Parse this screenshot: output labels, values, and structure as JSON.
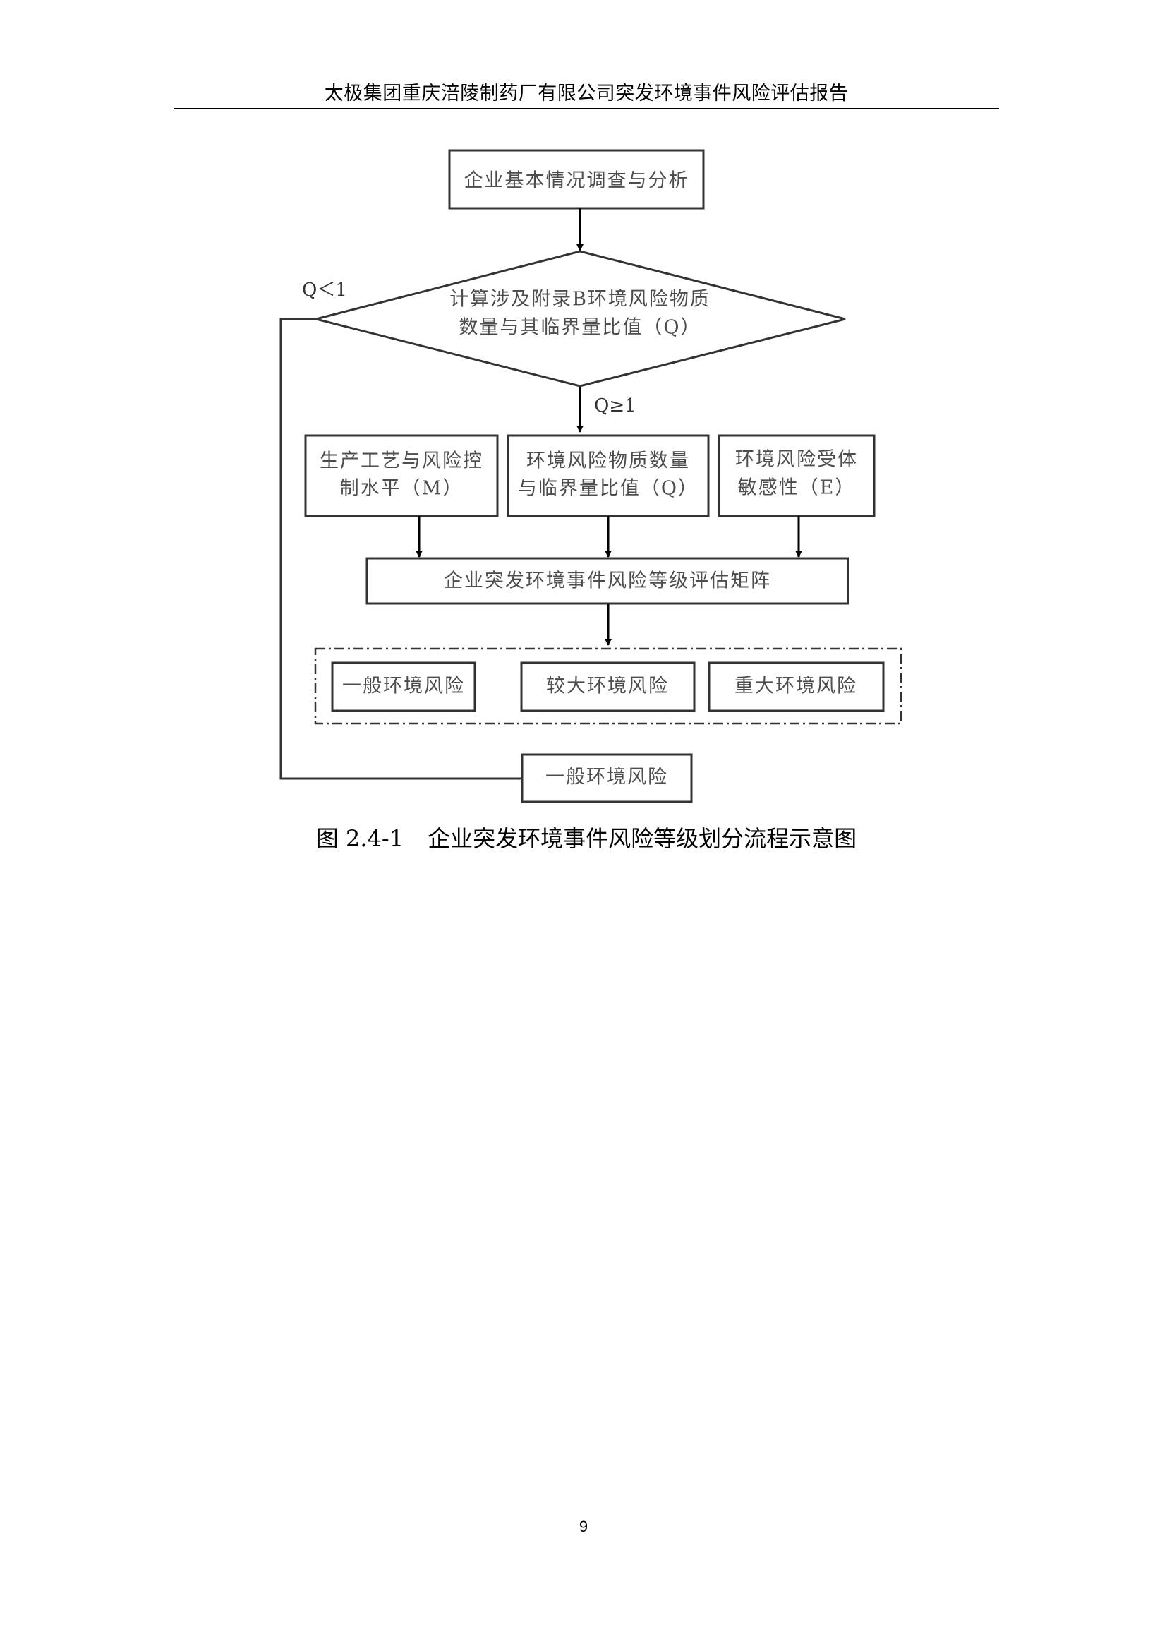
{
  "header": {
    "title": "太极集团重庆涪陵制药厂有限公司突发环境事件风险评估报告"
  },
  "flowchart": {
    "start_box": "企业基本情况调查与分析",
    "decision": {
      "line1": "计算涉及附录B环境风险物质",
      "line2": "数量与其临界量比值（Q）"
    },
    "cond_less": "Q＜1",
    "cond_ge": "Q≥1",
    "factor_m": {
      "line1": "生产工艺与风险控",
      "line2": "制水平（M）"
    },
    "factor_q": {
      "line1": "环境风险物质数量",
      "line2": "与临界量比值（Q）"
    },
    "factor_e": {
      "line1": "环境风险受体",
      "line2": "敏感性（E）"
    },
    "matrix_box": "企业突发环境事件风险等级评估矩阵",
    "levels": {
      "general": "一般环境风险",
      "larger": "较大环境风险",
      "major": "重大环境风险"
    },
    "bypass_box": "一般环境风险"
  },
  "caption": {
    "number": "图 2.4-1",
    "text": "企业突发环境事件风险等级划分流程示意图"
  },
  "page_number": "9"
}
